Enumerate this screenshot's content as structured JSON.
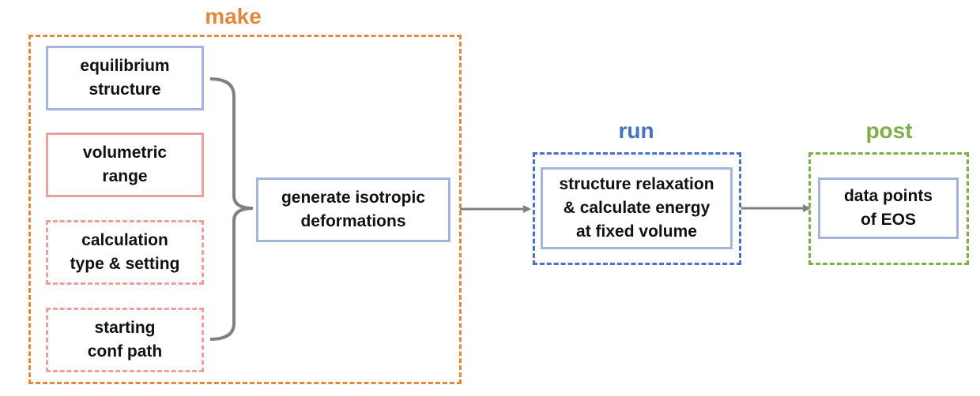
{
  "colors": {
    "make": "#E0883C",
    "run": "#4472C4",
    "post": "#7CAF4A",
    "blue_box": "#A4B4DA",
    "red_box": "#E9A29C",
    "connector": "#808080"
  },
  "groups": {
    "make": {
      "title": "make"
    },
    "run": {
      "title": "run"
    },
    "post": {
      "title": "post"
    }
  },
  "inputs": {
    "equilibrium_structure": "equilibrium\nstructure",
    "volumetric_range": "volumetric\nrange",
    "calculation_type_setting": "calculation\ntype & setting",
    "starting_conf_path": "starting\nconf path"
  },
  "steps": {
    "generate_deformations": "generate isotropic\ndeformations",
    "relaxation": "structure relaxation\n& calculate energy\nat fixed volume",
    "data_points": "data points\nof EOS"
  }
}
